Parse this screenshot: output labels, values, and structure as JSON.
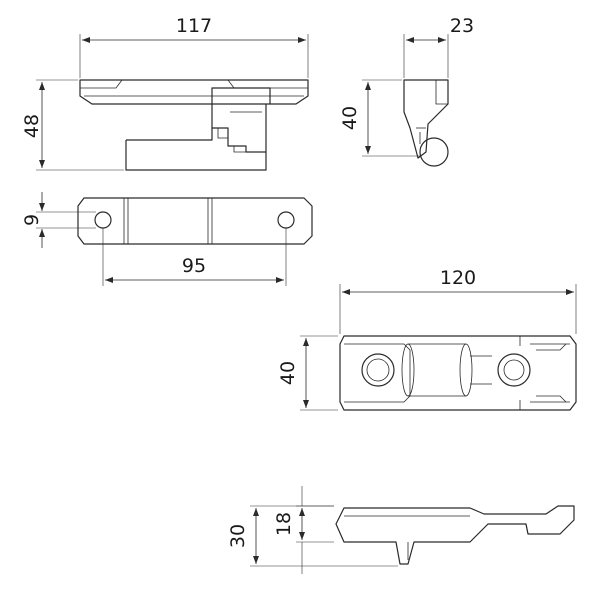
{
  "dimensions": {
    "top_length": "117",
    "top_height": "48",
    "side_width": "23",
    "side_height": "40",
    "hole_diameter": "9",
    "hole_spacing": "95",
    "bottom_length": "120",
    "bottom_height": "40",
    "profile_total": "30",
    "profile_inner": "18"
  }
}
